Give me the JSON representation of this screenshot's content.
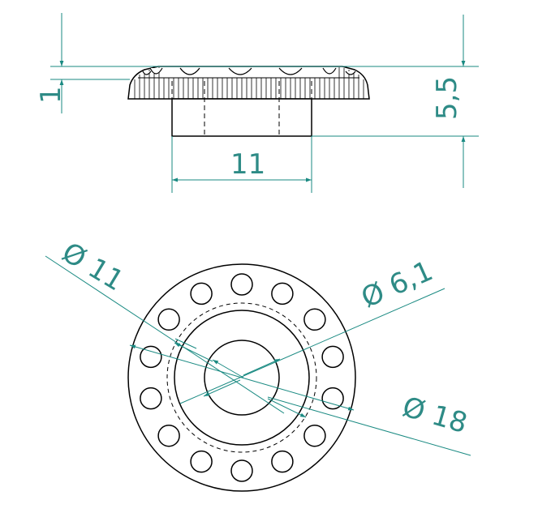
{
  "dimensions": {
    "flange_thickness": "1",
    "total_height": "5,5",
    "hub_width": "11",
    "bore_diameter": "Ø 11",
    "inner_diameter": "Ø 6,1",
    "outer_diameter": "Ø 18"
  },
  "colors": {
    "dimension": "#1a8a82",
    "outline": "#000000",
    "background": "#ffffff"
  },
  "views": {
    "side": "side-view",
    "top": "top-view"
  },
  "hole_count": 14
}
